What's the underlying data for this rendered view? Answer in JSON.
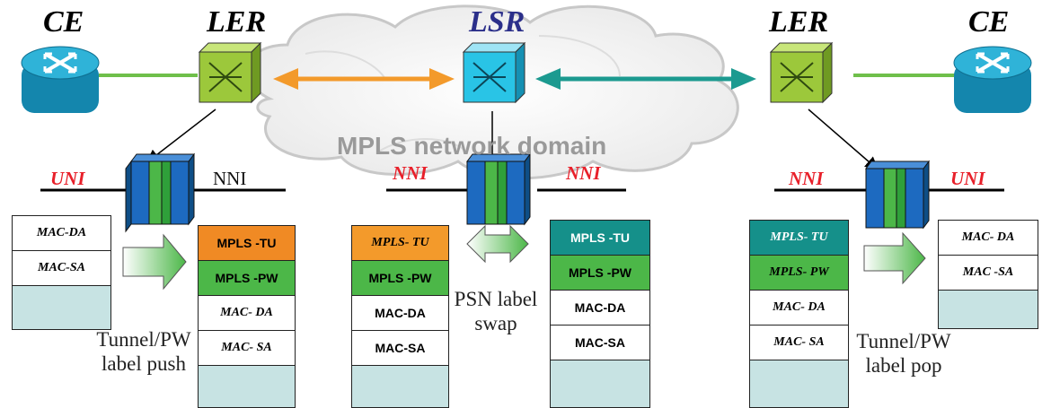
{
  "colors": {
    "ce": "#1aa3c9",
    "ler": "#9cc83b",
    "lsr": "#29c4e6",
    "link_green": "#6fbf4a",
    "arrow_orange": "#f39a2b",
    "arrow_teal": "#1c9a90",
    "mpls_tu_orange": "#f08a24",
    "mpls_tu_teal": "#15908a",
    "mpls_pw": "#4cb748",
    "payload": "#c7e3e3",
    "title_red": "#e8202a",
    "title_blue": "#2b2f8a"
  },
  "nodes": {
    "ce_left": "CE",
    "ler_left": "LER",
    "lsr": "LSR",
    "ler_right": "LER",
    "ce_right": "CE"
  },
  "cloud_label": "MPLS network domain",
  "interfaces": {
    "left_uni": "UNI",
    "left_nni": "NNI",
    "mid_nni_left": "NNI",
    "mid_nni_right": "NNI",
    "right_nni": "NNI",
    "right_uni": "UNI"
  },
  "stacks": {
    "s1": [
      "MAC-DA",
      "MAC-SA"
    ],
    "s2": [
      "MPLS -TU",
      "MPLS -PW",
      "MAC- DA",
      "MAC- SA"
    ],
    "s3": [
      "MPLS- TU",
      "MPLS -PW",
      "MAC-DA",
      "MAC-SA"
    ],
    "s4": [
      "MPLS -TU",
      "MPLS -PW",
      "MAC-DA",
      "MAC-SA"
    ],
    "s5": [
      "MPLS- TU",
      "MPLS- PW",
      "MAC- DA",
      "MAC- SA"
    ],
    "s6": [
      "MAC- DA",
      "MAC -SA"
    ]
  },
  "notes": {
    "push_line1": "Tunnel/PW",
    "push_line2": "label push",
    "swap_line1": "PSN label",
    "swap_line2": "swap",
    "pop_line1": "Tunnel/PW",
    "pop_line2": "label pop"
  }
}
